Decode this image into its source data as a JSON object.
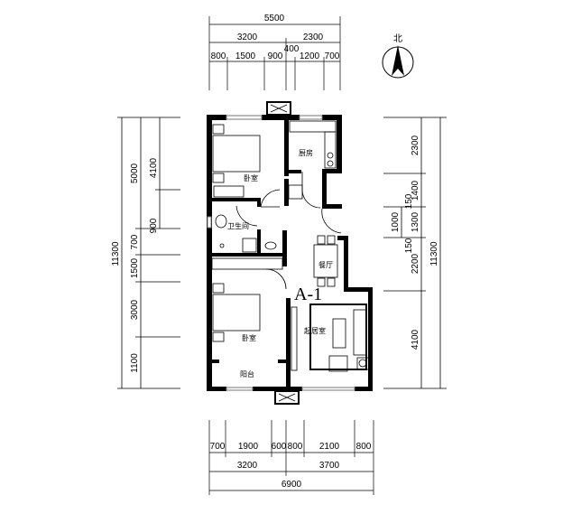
{
  "plan_label": "A-1",
  "north_label": "北",
  "rooms": {
    "bedroom_top": "卧室",
    "kitchen": "厨房",
    "bathroom": "卫生间",
    "dining": "餐厅",
    "living": "起居室",
    "bedroom_bottom": "卧室",
    "balcony": "阳台"
  },
  "dims_top": {
    "total": "5500",
    "mid": [
      "3200",
      "2300"
    ],
    "detail": [
      "800",
      "1500",
      "900",
      "400",
      "1200",
      "700"
    ]
  },
  "dims_left": {
    "total": "11300",
    "mid": [
      "5000",
      "700",
      "1500",
      "3000",
      "1100"
    ],
    "detail": [
      "4100",
      "900"
    ]
  },
  "dims_right": {
    "total": "11300",
    "mid": [
      "2300",
      "1400",
      "1300",
      "2200",
      "4100"
    ],
    "detail": [
      "1000",
      "150",
      "150"
    ]
  },
  "dims_bottom": {
    "total": "6900",
    "mid": [
      "3200",
      "3700"
    ],
    "detail": [
      "700",
      "1900",
      "600",
      "800",
      "2100",
      "800"
    ]
  }
}
